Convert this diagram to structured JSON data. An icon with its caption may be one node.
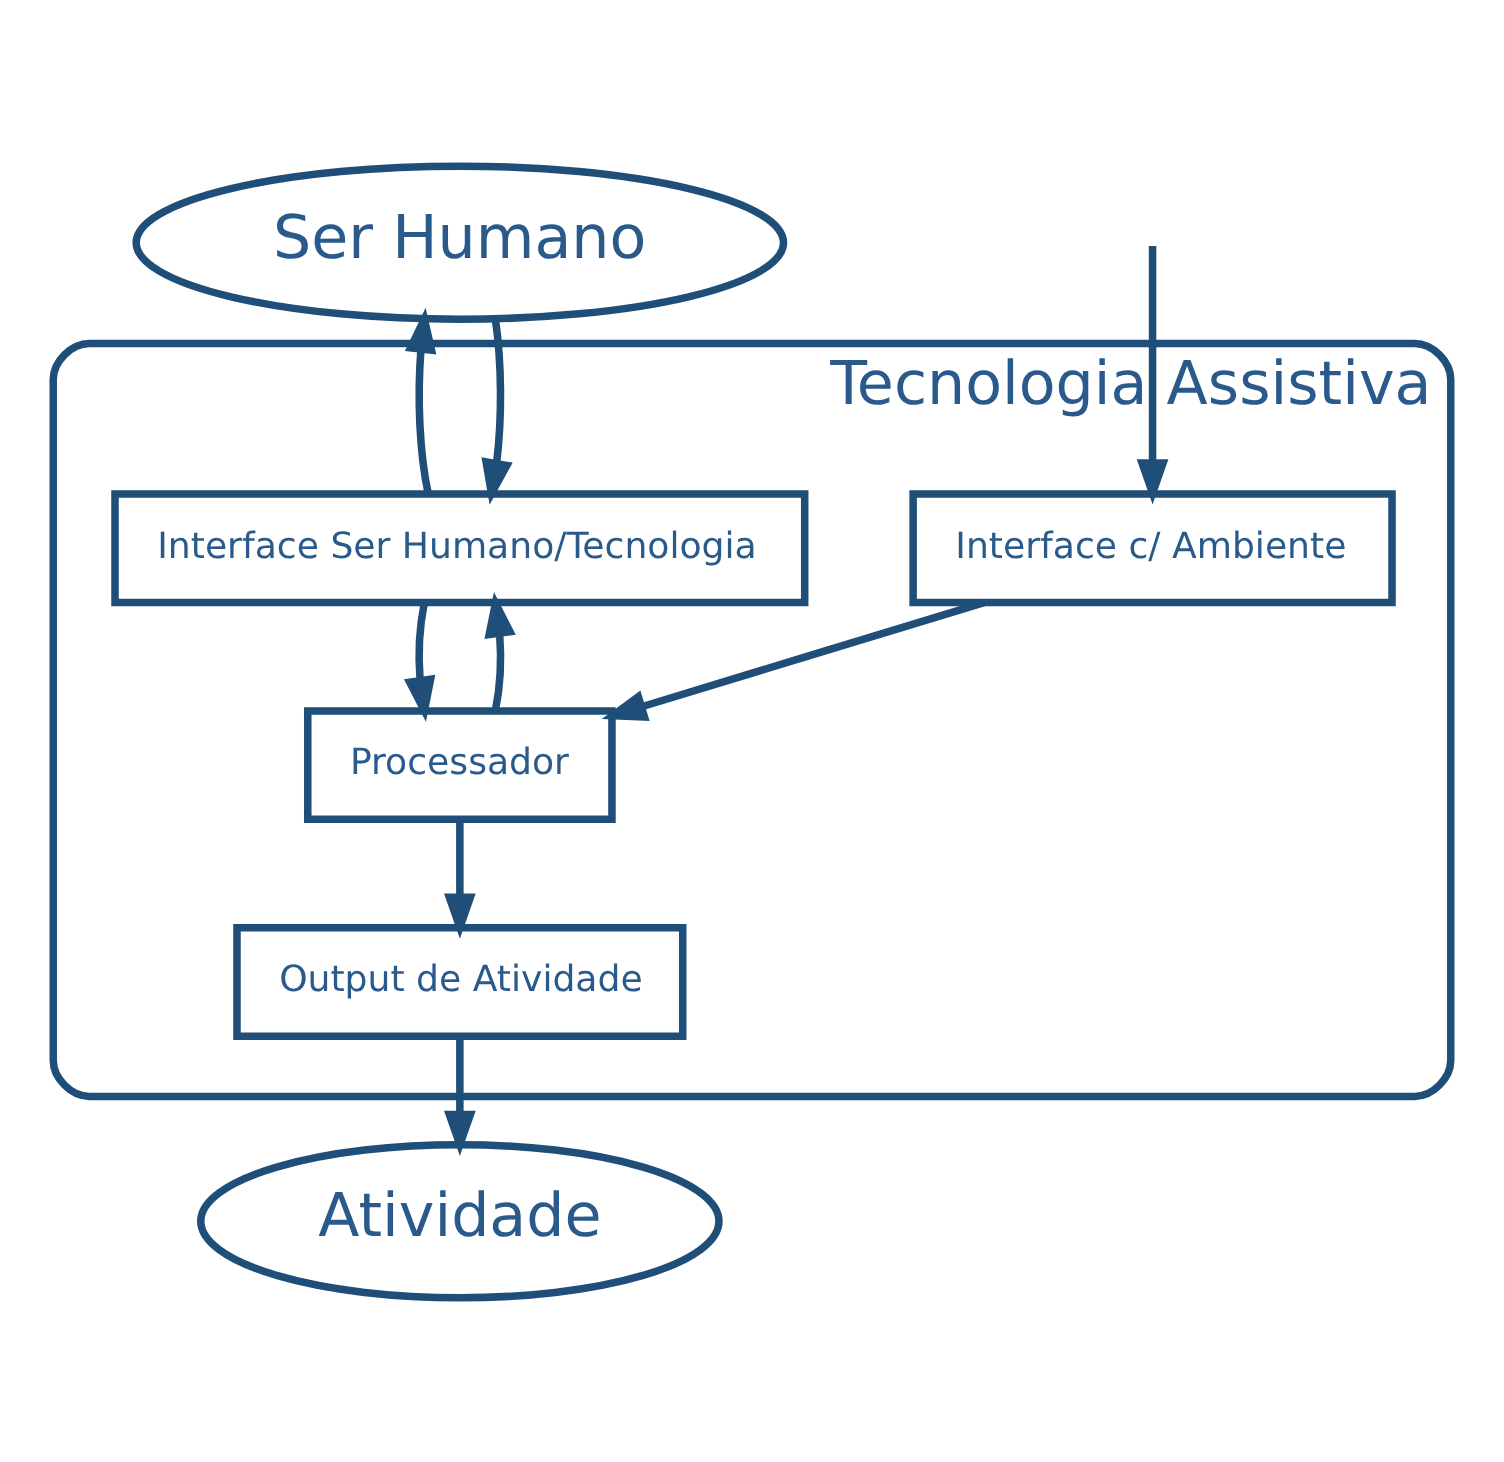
{
  "diagram": {
    "nodes": [
      {
        "text": [
          "Ser Humano"
        ]
      },
      {
        "text": [
          "Atividade"
        ]
      },
      {
        "text": [
          "Tecnologia Assistiva"
        ]
      },
      {
        "text": [
          "Interface Ser Humano/Tecnologia"
        ],
        "in": 2
      },
      {
        "text": [
          "Processador"
        ],
        "in": 2
      },
      {
        "text": [
          "Interface c/ Ambiente"
        ],
        "in": 2
      },
      {
        "text": [
          "Output de Atividade"
        ],
        "in": 2
      }
    ],
    "edges": [
      {
        "from": 0,
        "to": 3,
        "arrow": "to"
      },
      {
        "from": 3,
        "to": 0,
        "arrow": "to"
      },
      {
        "from": 3,
        "to": 4,
        "arrow": "to"
      },
      {
        "from": 4,
        "to": 3,
        "arrow": "to"
      },
      {
        "from": 5,
        "to": 4,
        "arrow": "to"
      },
      {
        "from": 4,
        "to": 6,
        "arrow": "to"
      },
      {
        "from": 6,
        "to": 1,
        "arrow": "to"
      },
      {
        "from": null,
        "to": 5,
        "arrow": "to"
      }
    ]
  }
}
